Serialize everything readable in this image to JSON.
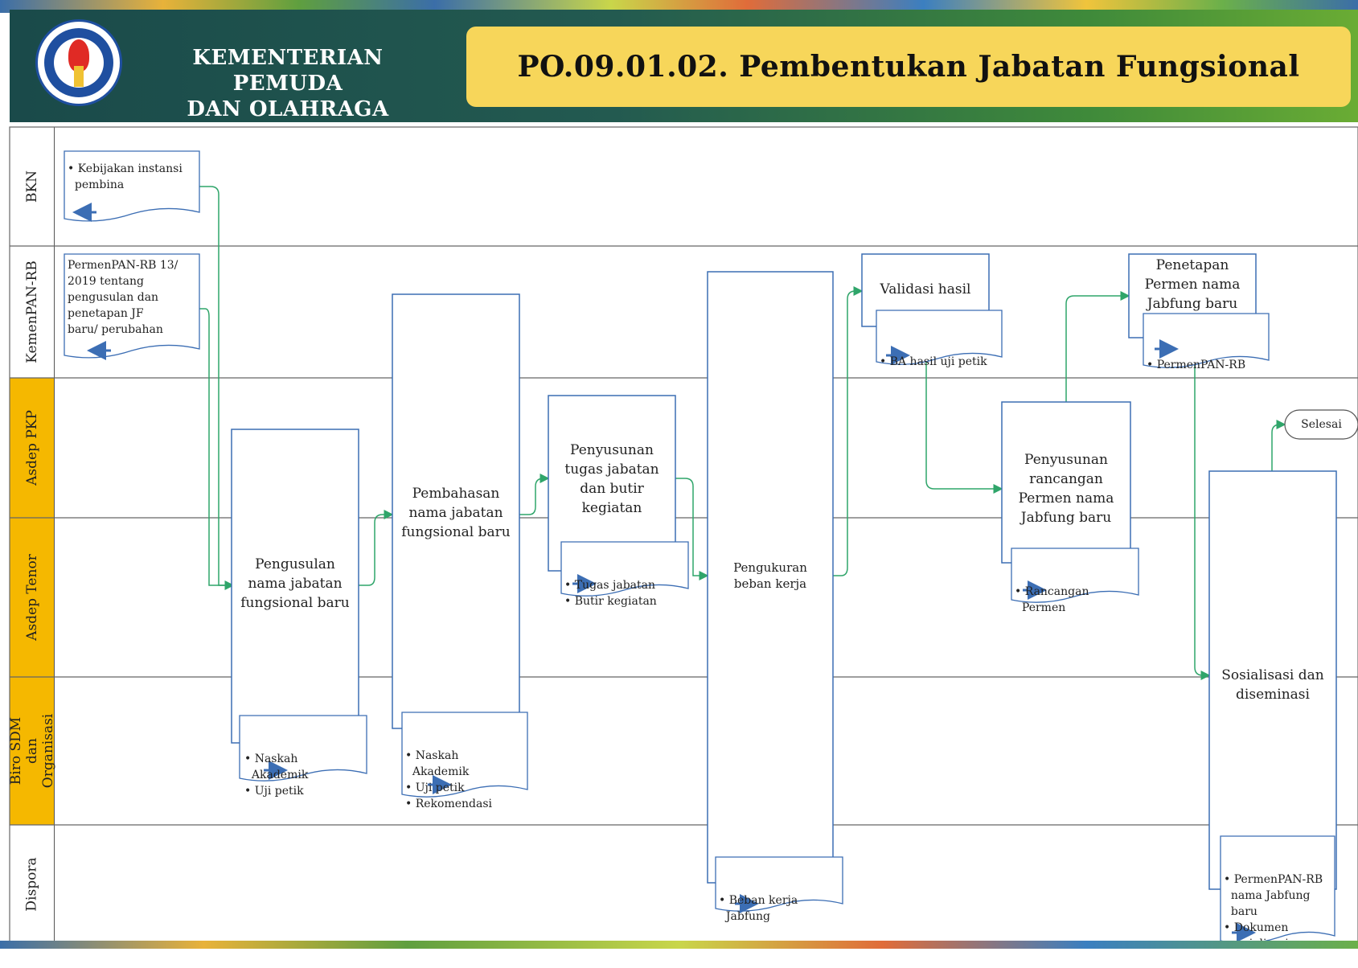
{
  "header": {
    "org_line1": "KEMENTERIAN PEMUDA",
    "org_line2": "DAN OLAHRAGA",
    "title": "PO.09.01.02.  Pembentukan  Jabatan  Fungsional"
  },
  "lanes": [
    {
      "label": "BKN"
    },
    {
      "label": "KemenPAN-RB"
    },
    {
      "label": "Asdep PKP"
    },
    {
      "label": "Asdep Tenor"
    },
    {
      "label": "Biro SDM dan Organisasi"
    },
    {
      "label": "Dispora"
    }
  ],
  "colors": {
    "lane_highlight": "#f5b800",
    "arrow": "#2fa56a",
    "box_border": "#3c6eb4",
    "header_yellow": "#f7d65a"
  },
  "docs": {
    "bkn": {
      "lines": [
        "• Kebijakan instansi",
        "  pembina"
      ]
    },
    "kemenpan": {
      "lines": [
        "PermenPAN-RB 13/",
        "2019 tentang",
        "pengusulan dan",
        "penetapan JF",
        "baru/ perubahan"
      ]
    },
    "pengusulan": {
      "lines": [
        "• Naskah",
        "  Akademik",
        "• Uji petik"
      ]
    },
    "pembahasan": {
      "lines": [
        "• Naskah",
        "  Akademik",
        "• Uji petik",
        "• Rekomendasi"
      ]
    },
    "penyusunan_tugas": {
      "lines": [
        "• Tugas jabatan",
        "• Butir kegiatan"
      ]
    },
    "pengukuran": {
      "lines": [
        "• Beban kerja",
        "  Jabfung"
      ]
    },
    "validasi": {
      "lines": [
        "• BA hasil uji petik"
      ]
    },
    "rancangan": {
      "lines": [
        "• Rancangan",
        "  Permen"
      ]
    },
    "penetapan": {
      "lines": [
        "• PermenPAN-RB"
      ]
    },
    "sosialisasi": {
      "lines": [
        "• PermenPAN-RB",
        "  nama Jabfung",
        "  baru",
        "• Dokumen",
        "  sosialisasi"
      ]
    }
  },
  "processes": {
    "pengusulan": "Pengusulan nama jabatan fungsional baru",
    "pembahasan": "Pembahasan nama jabatan fungsional baru",
    "penyusunan_tugas": "Penyusunan tugas jabatan dan butir kegiatan",
    "pengukuran": "Pengukuran beban kerja",
    "validasi": "Validasi hasil",
    "rancangan": "Penyusunan rancangan Permen nama Jabfung baru",
    "penetapan": "Penetapan Permen nama Jabfung baru",
    "sosialisasi": "Sosialisasi dan diseminasi",
    "selesai": "Selesai"
  }
}
